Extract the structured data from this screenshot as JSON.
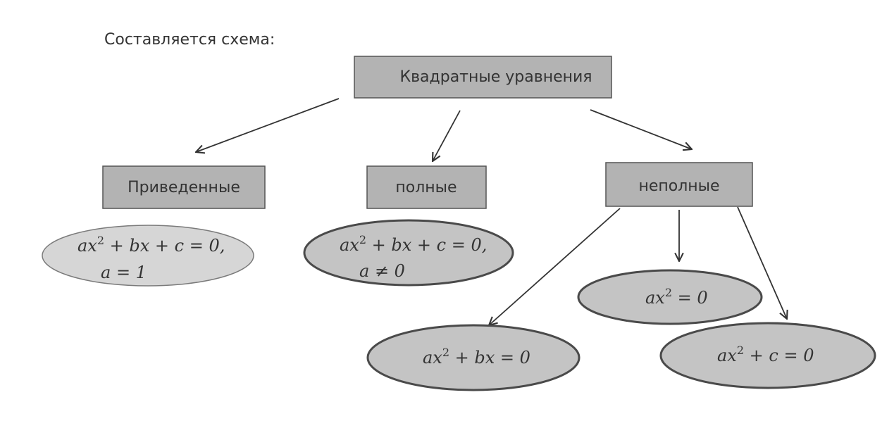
{
  "intro": "Составляется схема:",
  "root": {
    "label": "Квадратные уравнения"
  },
  "categories": {
    "reduced": {
      "label": "Приведенные"
    },
    "complete": {
      "label": "полные"
    },
    "incomplete": {
      "label": "неполные"
    }
  },
  "formulas": {
    "reduced": {
      "line1_part1": "ax",
      "line1_sup": "2",
      "line1_part2": " + bx + c = 0,",
      "line2": "a = 1"
    },
    "complete": {
      "line1_part1": "ax",
      "line1_sup": "2",
      "line1_part2": " + bx + c = 0,",
      "line2": "a ≠ 0"
    },
    "no_c": {
      "part1": "ax",
      "sup": "2",
      "part2": " + bx = 0"
    },
    "only_a": {
      "part1": "ax",
      "sup": "2",
      "part2": " = 0"
    },
    "no_b": {
      "part1": "ax",
      "sup": "2",
      "part2": " + c = 0"
    }
  }
}
